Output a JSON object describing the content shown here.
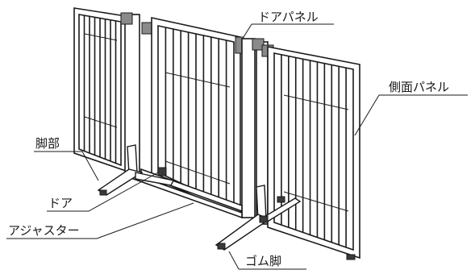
{
  "labels": {
    "door_panel": "ドアパネル",
    "side_panel": "側面パネル",
    "leg": "脚部",
    "door": "ドア",
    "adjuster": "アジャスター",
    "rubber_foot": "ゴム脚"
  }
}
